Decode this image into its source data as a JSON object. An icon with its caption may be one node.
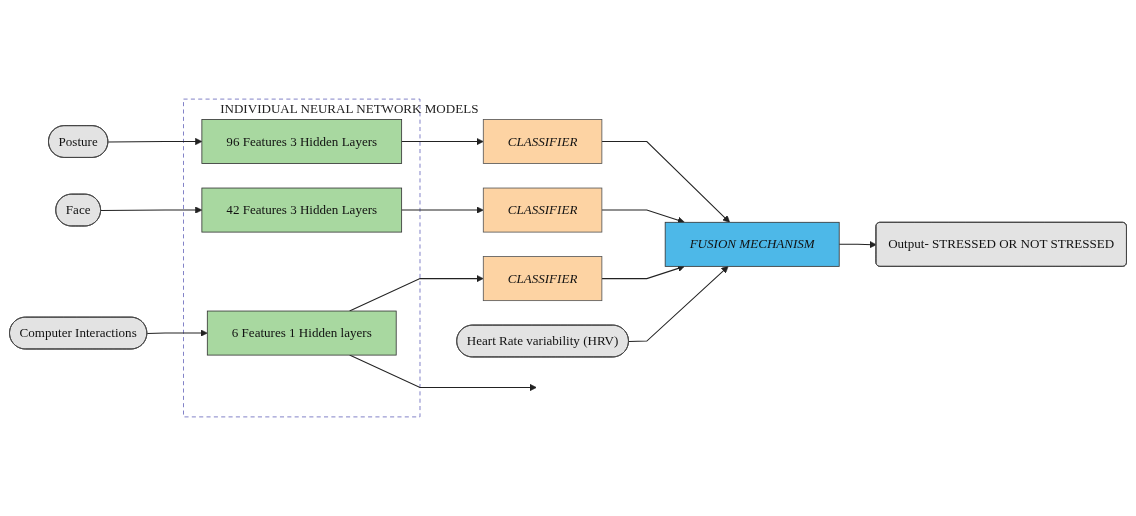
{
  "diagram": {
    "nodes": [
      {
        "text": [
          "Posture"
        ]
      },
      {
        "text": [
          "Face"
        ]
      },
      {
        "text": [
          "Computer Interactions"
        ]
      },
      {
        "text": [
          "Heart Rate variability (HRV)"
        ]
      },
      {
        "text": [
          "INDIVIDUAL NEURAL NETWORK MODELS"
        ]
      },
      {
        "text": [
          "96 Features 3 Hidden Layers"
        ],
        "in": 4
      },
      {
        "text": [
          "42 Features 3 Hidden Layers"
        ],
        "in": 4
      },
      {
        "text": [
          "6 Features 1 Hidden layers"
        ],
        "in": 4
      },
      {
        "text": [
          "CLASSIFIER"
        ]
      },
      {
        "text": [
          "CLASSIFIER"
        ]
      },
      {
        "text": [
          "CLASSIFIER"
        ]
      },
      {
        "text": [
          "FUSION MECHANISM"
        ]
      },
      {
        "text": [
          "Output- STRESSED OR NOT STRESSED"
        ]
      }
    ],
    "edges": [
      {
        "from": 0,
        "to": 5,
        "arrow": "to"
      },
      {
        "from": 1,
        "to": 6,
        "arrow": "to"
      },
      {
        "from": 2,
        "to": 7,
        "arrow": "to"
      },
      {
        "from": 7,
        "to": null,
        "arrow": "to"
      },
      {
        "from": 5,
        "to": 8,
        "arrow": "to"
      },
      {
        "from": 6,
        "to": 9,
        "arrow": "to"
      },
      {
        "from": 7,
        "to": 10,
        "arrow": "to"
      },
      {
        "from": 8,
        "to": 11,
        "arrow": "to"
      },
      {
        "from": 9,
        "to": 11,
        "arrow": "to"
      },
      {
        "from": 10,
        "to": 11,
        "arrow": "to"
      },
      {
        "from": 11,
        "to": 12,
        "arrow": "to"
      },
      {
        "from": 3,
        "to": 11,
        "arrow": "to"
      }
    ]
  }
}
